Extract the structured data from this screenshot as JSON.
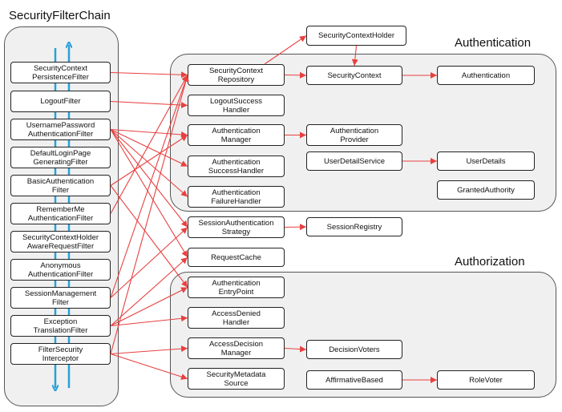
{
  "titles": {
    "chain": "SecurityFilterChain",
    "authentication": "Authentication",
    "authorization": "Authorization"
  },
  "filters": [
    {
      "id": "f1",
      "label": "SecurityContext\nPersistenceFilter"
    },
    {
      "id": "f2",
      "label": "LogoutFilter"
    },
    {
      "id": "f3",
      "label": "UsernamePassword\nAuthenticationFilter"
    },
    {
      "id": "f4",
      "label": "DefaultLoginPage\nGeneratingFilter"
    },
    {
      "id": "f5",
      "label": "BasicAuthentication\nFilter"
    },
    {
      "id": "f6",
      "label": "RememberMe\nAuthenticationFilter"
    },
    {
      "id": "f7",
      "label": "SecurityContextHolder\nAwareRequestFilter"
    },
    {
      "id": "f8",
      "label": "Anonymous\nAuthenticationFilter"
    },
    {
      "id": "f9",
      "label": "SessionManagement\nFilter"
    },
    {
      "id": "f10",
      "label": "Exception\nTranslationFilter"
    },
    {
      "id": "f11",
      "label": "FilterSecurity\nInterceptor"
    }
  ],
  "components": [
    {
      "id": "sch",
      "label": "SecurityContextHolder"
    },
    {
      "id": "scr",
      "label": "SecurityContext\nRepository"
    },
    {
      "id": "sc",
      "label": "SecurityContext"
    },
    {
      "id": "auth",
      "label": "Authentication"
    },
    {
      "id": "lsh",
      "label": "LogoutSuccess\nHandler"
    },
    {
      "id": "am",
      "label": "Authentication\nManager"
    },
    {
      "id": "ap",
      "label": "Authentication\nProvider"
    },
    {
      "id": "ash",
      "label": "Authentication\nSuccessHandler"
    },
    {
      "id": "uds",
      "label": "UserDetailService"
    },
    {
      "id": "ud",
      "label": "UserDetails"
    },
    {
      "id": "afh",
      "label": "Authentication\nFailureHandler"
    },
    {
      "id": "ga",
      "label": "GrantedAuthority"
    },
    {
      "id": "sas",
      "label": "SessionAuthentication\nStrategy"
    },
    {
      "id": "sr",
      "label": "SessionRegistry"
    },
    {
      "id": "rc",
      "label": "RequestCache"
    },
    {
      "id": "aep",
      "label": "Authentication\nEntryPoint"
    },
    {
      "id": "adh",
      "label": "AccessDenied\nHandler"
    },
    {
      "id": "adm",
      "label": "AccessDecision\nManager"
    },
    {
      "id": "dv",
      "label": "DecisionVoters"
    },
    {
      "id": "sms",
      "label": "SecurityMetadata\nSource"
    },
    {
      "id": "ab",
      "label": "AffirmativeBased"
    },
    {
      "id": "rv",
      "label": "RoleVoter"
    }
  ],
  "edges": [
    [
      "f1",
      "scr"
    ],
    [
      "f2",
      "lsh"
    ],
    [
      "f3",
      "am"
    ],
    [
      "f3",
      "ash"
    ],
    [
      "f3",
      "afh"
    ],
    [
      "f3",
      "sas"
    ],
    [
      "f3",
      "rc"
    ],
    [
      "f5",
      "am"
    ],
    [
      "f5",
      "aep"
    ],
    [
      "f6",
      "scr"
    ],
    [
      "f9",
      "sas"
    ],
    [
      "f9",
      "scr"
    ],
    [
      "f10",
      "aep"
    ],
    [
      "f10",
      "adh"
    ],
    [
      "f10",
      "rc"
    ],
    [
      "f11",
      "adm"
    ],
    [
      "f11",
      "sms"
    ],
    [
      "f11",
      "scr"
    ],
    [
      "sch",
      "sc"
    ],
    [
      "scr",
      "sc"
    ],
    [
      "sc",
      "auth"
    ],
    [
      "am",
      "ap"
    ],
    [
      "uds",
      "ud"
    ],
    [
      "sas",
      "sr"
    ],
    [
      "adm",
      "dv"
    ],
    [
      "ab",
      "rv"
    ]
  ],
  "colors": {
    "arrow": "#e84040",
    "flow": "#2aa0d8"
  }
}
